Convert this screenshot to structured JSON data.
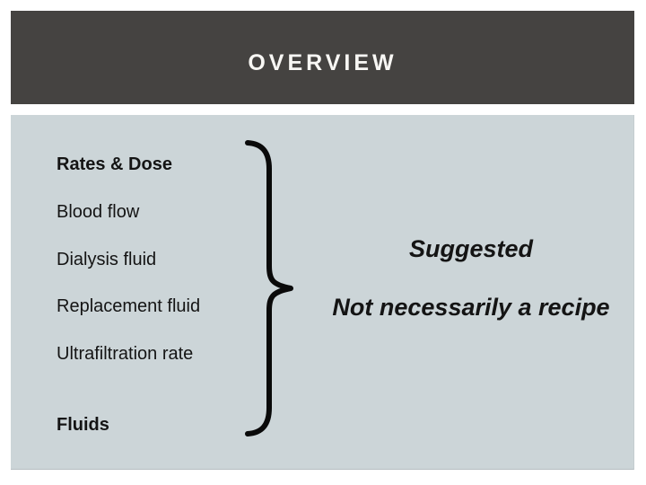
{
  "slide": {
    "title": "OVERVIEW",
    "topics": [
      {
        "label": "Rates & Dose",
        "emphasis": "bold"
      },
      {
        "label": "Blood flow",
        "emphasis": "normal"
      },
      {
        "label": "Dialysis fluid",
        "emphasis": "normal"
      },
      {
        "label": "Replacement fluid",
        "emphasis": "normal"
      },
      {
        "label": "Ultrafiltration rate",
        "emphasis": "normal"
      },
      {
        "label": "Fluids",
        "emphasis": "bold"
      }
    ],
    "annotation": {
      "line1": "Suggested",
      "line2": "Not necessarily a recipe"
    },
    "icons": {
      "brace": "right-curly-brace-icon"
    },
    "colors": {
      "header_bg": "#454341",
      "body_bg": "#ccd5d8",
      "title_color": "#f8f7f4",
      "text_color": "#141414",
      "brace_color": "#0a0a0a",
      "page_bg": "#ffffff"
    }
  }
}
